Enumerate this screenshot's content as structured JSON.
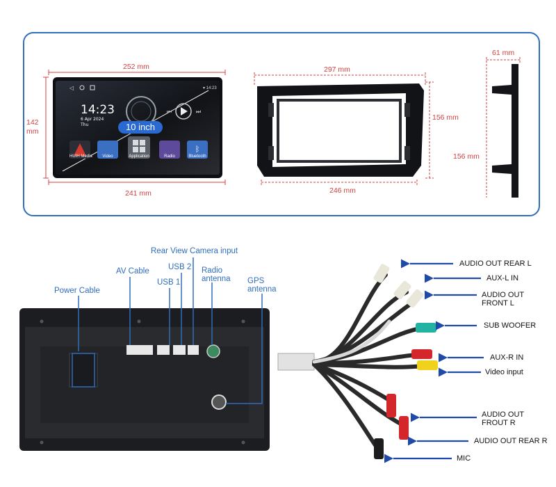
{
  "dimensions": {
    "screen_width": "252 mm",
    "screen_height": "142\nmm",
    "screen_bottom_width": "241 mm",
    "frame_width": "297 mm",
    "frame_height": "156 mm",
    "frame_bottom_width": "246 mm",
    "side_depth": "61 mm",
    "side_height": "156 mm"
  },
  "screen": {
    "time": "14:23",
    "date": "6 Apr 2024",
    "day": "Thu",
    "size_badge": "10 inch",
    "apps": [
      "HUIH Media",
      "Video",
      "Application",
      "Radio",
      "Bluetooth"
    ]
  },
  "back_panel_labels": {
    "power_cable": "Power Cable",
    "av_cable": "AV Cable",
    "usb1": "USB 1",
    "usb2": "USB 2",
    "rear_camera": "Rear View Camera input",
    "radio_antenna": "Radio\nantenna",
    "gps_antenna": "GPS\nantenna"
  },
  "harness_labels": {
    "audio_out_rear_l": "AUDIO OUT REAR L",
    "aux_l_in": "AUX-L IN",
    "audio_out_front_l": "AUDIO OUT\nFRONT L",
    "sub_woofer": "SUB WOOFER",
    "aux_r_in": "AUX-R IN",
    "video_input": "Video input",
    "audio_out_front_r": "AUDIO OUT\nFROUT R",
    "audio_out_rear_r": "AUDIO OUT REAR R",
    "mic": "MIC"
  },
  "colors": {
    "frame_blue": "#2f6dbd",
    "dimension_red": "#d04040",
    "label_blue": "#2f6dbd",
    "badge_blue": "#2a6ad0"
  }
}
